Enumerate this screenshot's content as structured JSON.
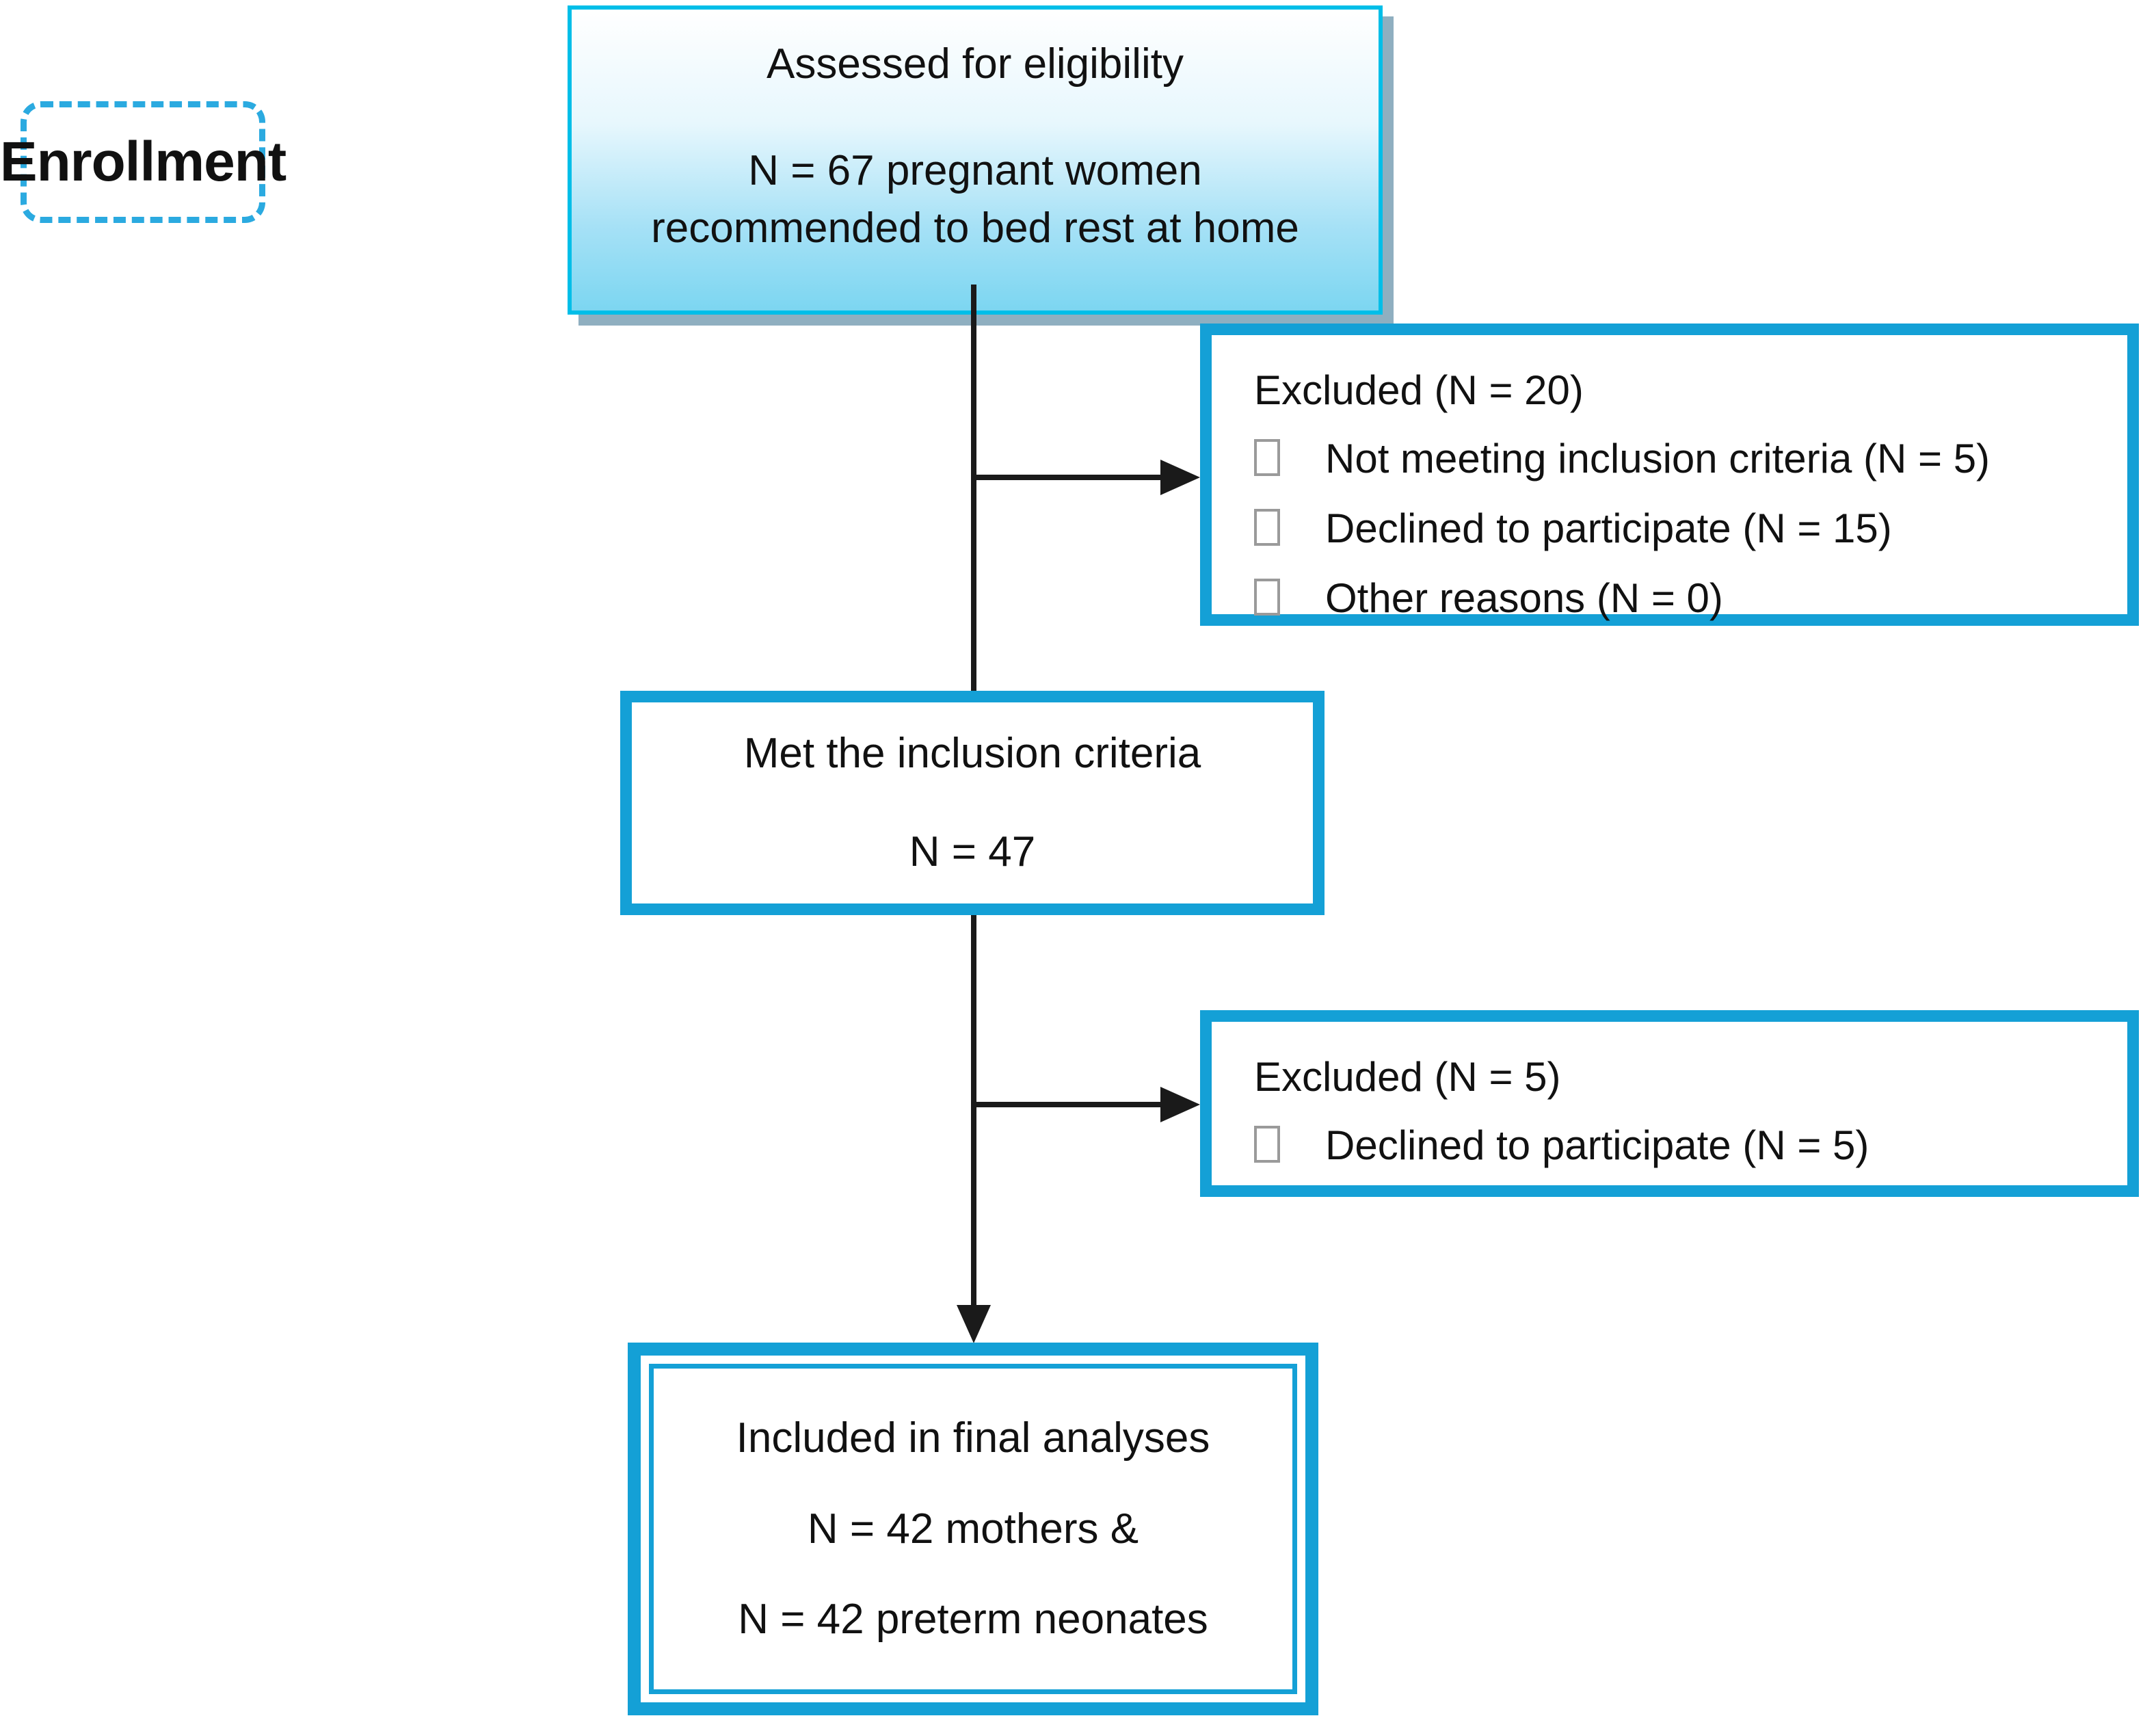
{
  "diagram": {
    "type": "consort-flow",
    "stage_label": "Enrollment",
    "colors": {
      "box_border_cyan": "#14a0d6",
      "top_box_border": "#00bee8",
      "dashed_border": "#2baae0",
      "top_box_gradient_start": "#ffffff",
      "top_box_gradient_end": "#7cd6f1",
      "shadow": "#8fafc0",
      "connector": "#1a1a1a",
      "text": "#111111"
    },
    "assessed_box": {
      "line1": "Assessed for eligibility",
      "line2": "N = 67 pregnant women",
      "line3": "recommended to bed rest at home"
    },
    "excluded_box_1": {
      "title": "Excluded (N = 20)",
      "items": [
        "Not meeting inclusion criteria (N = 5)",
        "Declined to participate (N = 15)",
        "Other reasons (N = 0)"
      ]
    },
    "met_box": {
      "line1": "Met the inclusion criteria",
      "line2": "N = 47"
    },
    "excluded_box_2": {
      "title": "Excluded (N = 5)",
      "items": [
        "Declined to participate (N = 5)"
      ]
    },
    "final_box": {
      "line1": "Included in final analyses",
      "line2": "N = 42 mothers &",
      "line3": "N = 42 preterm neonates"
    }
  }
}
